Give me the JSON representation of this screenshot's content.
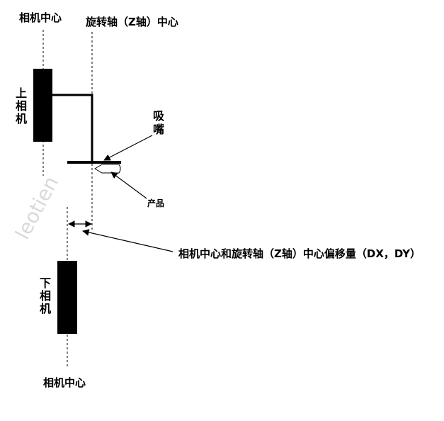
{
  "labels": {
    "top_camera_center": "相机中心",
    "rotation_center": "旋转轴（Z轴）中心",
    "upper_camera": [
      "上",
      "相",
      "机"
    ],
    "nozzle": [
      "吸",
      "嘴"
    ],
    "product": "产品",
    "offset": "相机中心和旋转轴（Z轴）中心偏移量（DX，DY）",
    "lower_camera": [
      "下",
      "相",
      "机"
    ],
    "bottom_camera_center": "相机中心"
  },
  "watermark": "leotien",
  "colors": {
    "ink": "#000000",
    "watermark": "#d9d9d9",
    "background": "#ffffff"
  }
}
